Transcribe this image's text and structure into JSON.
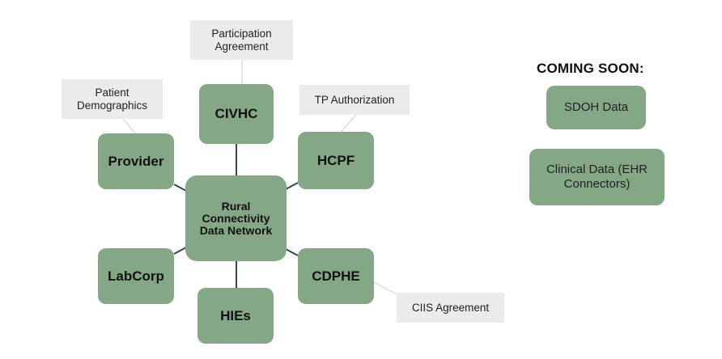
{
  "hub": {
    "label": "Rural\nConnectivity\nData Network"
  },
  "nodes": {
    "civhc": "CIVHC",
    "provider": "Provider",
    "hcpf": "HCPF",
    "labcorp": "LabCorp",
    "cdphe": "CDPHE",
    "hies": "HIEs"
  },
  "callouts": {
    "participation": "Participation\nAgreement",
    "patient_demographics": "Patient\nDemographics",
    "tp_authorization": "TP Authorization",
    "ciis_agreement": "CIIS Agreement"
  },
  "coming_soon": {
    "heading": "COMING SOON:",
    "items": [
      "SDOH Data",
      "Clinical Data (EHR\nConnectors)"
    ]
  },
  "colors": {
    "node_fill": "#84a886",
    "callout_fill": "#ebebeb",
    "connector_line": "#2d4a55",
    "callout_line": "#dddddd"
  }
}
